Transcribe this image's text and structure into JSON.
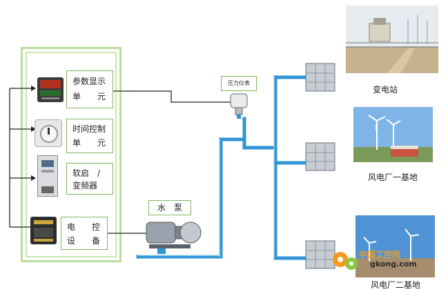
{
  "units": {
    "param_display": {
      "line1": "参数显示",
      "line2": "单　　元"
    },
    "time_control": {
      "line1": "时间控制",
      "line2": "单　　元"
    },
    "soft_start": {
      "line1": "软启　/",
      "line2": "变频器"
    },
    "electric_control": {
      "line1": "电　　控",
      "line2": "设　　备"
    }
  },
  "pump_label": "水　泵",
  "sensor_label": "压力仪表",
  "sites": {
    "substation": "变电站",
    "wind_farm_1": "风电厂一基地",
    "wind_farm_2": "风电厂二基地"
  },
  "watermark": {
    "brand": "中国工控网",
    "url": "gkong.com"
  },
  "colors": {
    "pipe": "#2f95d6",
    "panel_border": "#b9dd9a",
    "unit_border": "#7fb45a",
    "watermark_orange": "#f39a1e",
    "watermark_green": "#8dc63f"
  }
}
